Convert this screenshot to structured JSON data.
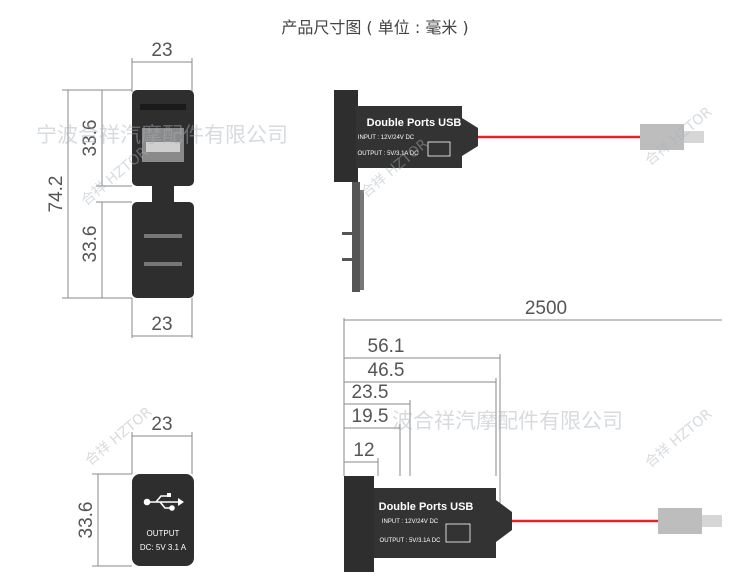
{
  "title": "产品尺寸图 ( 单位 : 毫米 )",
  "front_view": {
    "width_top": "23",
    "height_upper": "33.6",
    "height_total": "74.2",
    "height_lower": "33.6",
    "width_bottom": "23"
  },
  "face_view": {
    "width": "23",
    "height": "33.6",
    "label_line1": "OUTPUT",
    "label_line2": "DC:  5V  3.1 A"
  },
  "side_view": {
    "product_label": "Double Ports USB",
    "input_label": "INPUT : 12V/24V DC",
    "output_label": "OUTPUT : 5V/3.1A DC"
  },
  "cable_view": {
    "cable_length": "2500",
    "dim_1": "56.1",
    "dim_2": "46.5",
    "dim_3": "23.5",
    "dim_4": "19.5",
    "dim_5": "12",
    "product_label": "Double Ports USB",
    "input_label": "INPUT : 12V/24V DC",
    "output_label": "OUTPUT : 5V/3.1A DC"
  },
  "watermark": {
    "company": "宁波合祥汽摩配件有限公司",
    "company_short": "波合祥汽摩配件有限公司",
    "brand": "合祥  HZTOR"
  },
  "colors": {
    "body": "#333333",
    "cable_red": "#e8202a",
    "plug_grey": "#bdbdbd"
  }
}
